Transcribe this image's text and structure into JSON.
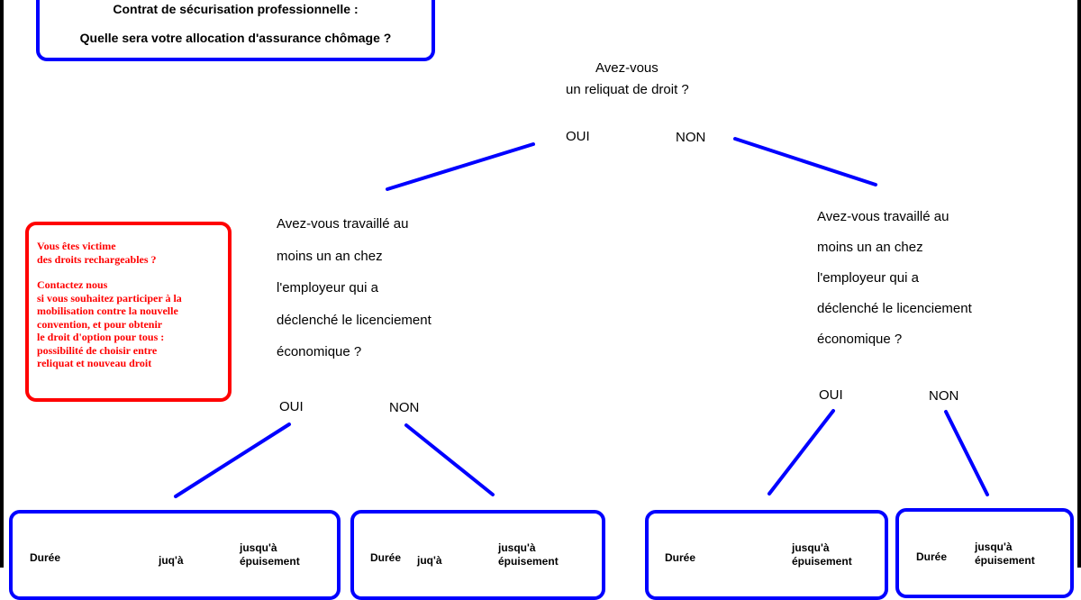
{
  "title": {
    "line1": "Contrat de sécurisation professionnelle :",
    "line2": "Quelle sera votre allocation d'assurance chômage ?"
  },
  "root_question": {
    "line1": "Avez-vous",
    "line2": "un reliquat de droit ?"
  },
  "root_answers": {
    "yes": "OUI",
    "no": "NON"
  },
  "left_question": [
    "Avez-vous travaillé au",
    "moins un an chez",
    "l'employeur qui a",
    "déclenché le licenciement",
    "économique ?"
  ],
  "right_question": [
    "Avez-vous travaillé au",
    "moins un an chez",
    "l'employeur qui a",
    "déclenché le licenciement",
    "économique ?"
  ],
  "left_answers": {
    "yes": "OUI",
    "no": "NON"
  },
  "right_answers": {
    "yes": "OUI",
    "no": "NON"
  },
  "notice": {
    "para1": "Vous êtes victime\ndes droits rechargeables ?",
    "para2": "Contactez nous\nsi vous souhaitez participer à la\nmobilisation contre la nouvelle\nconvention, et pour obtenir\nle droit d'option pour tous :\npossibilité de choisir entre\nreliquat et nouveau droit"
  },
  "result_boxes": [
    {
      "duree": "Durée",
      "juqua": "juq'à",
      "epuisement": "jusqu'à\népuisement"
    },
    {
      "duree": "Durée",
      "juqua": "juq'à",
      "epuisement": "jusqu'à\népuisement"
    },
    {
      "duree": "Durée",
      "epuisement": "jusqu'à\népuisement"
    },
    {
      "duree": "Durée",
      "epuisement": "jusqu'à\népuisement"
    }
  ],
  "colors": {
    "line": "#0000ff",
    "notice": "#ff0000",
    "text": "#000000"
  }
}
